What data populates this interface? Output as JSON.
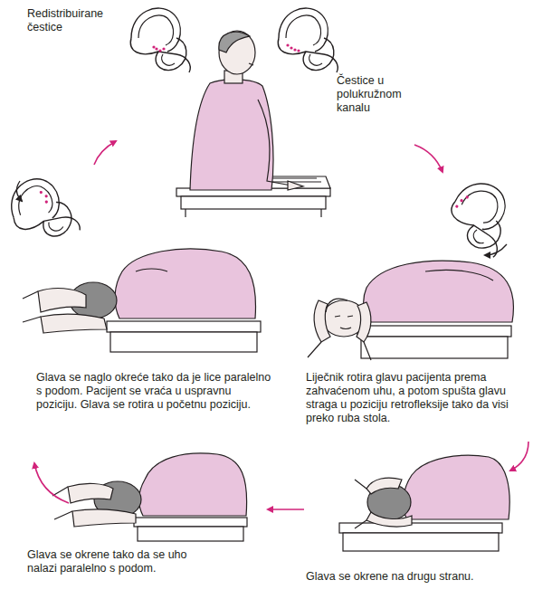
{
  "diagram": {
    "labels": [
      "Redistribuirane čestice",
      "Čestice u polukružnom kanalu",
      "Glava se naglo okreće tako da je lice paralelno s podom. Pacijent se vraća u uspravnu poziciju. Glava se rotira u početnu poziciju.",
      "Liječnik rotira glavu pacijenta prema zahvaćenom uhu, a potom spušta glavu straga u poziciju retrofleksije tako da visi preko ruba stola.",
      "Glava se okrene tako da se uho nalazi paralelno s podom.",
      "Glava se okrene na drugu stranu."
    ]
  }
}
